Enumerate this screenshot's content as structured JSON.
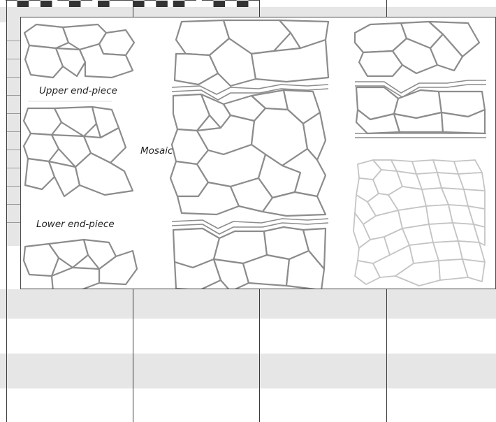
{
  "figure": {
    "labels": {
      "upper_end_piece": "Upper end-piece",
      "mosaic": "Mosaic",
      "lower_end_piece": "Lower end-piece"
    }
  },
  "colors": {
    "stone_line": "#8c8c8c",
    "stone_fill": "#ffffff",
    "row_shade": "#e6e6e6",
    "grid_line": "#4a4a4a"
  }
}
